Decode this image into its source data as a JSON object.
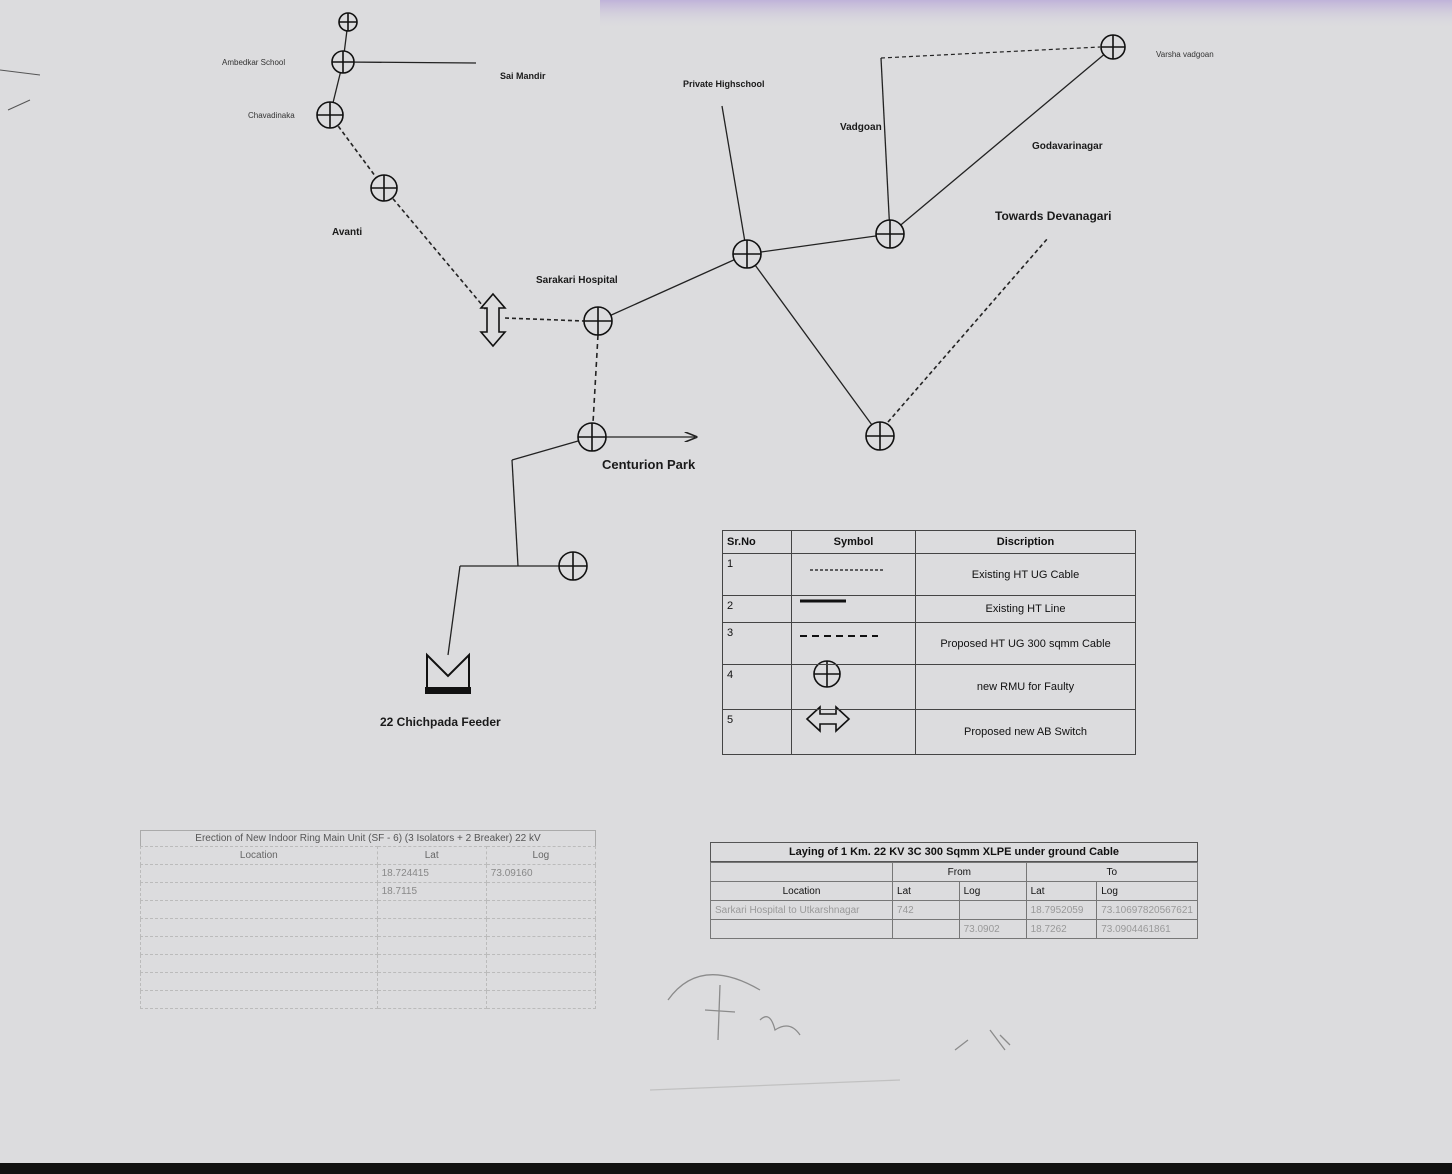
{
  "labels": {
    "ambedkar_school": "Ambedkar School",
    "sai_mandir": "Sai Mandir",
    "chavadinaka": "Chavadinaka",
    "avanti": "Avanti",
    "sarakari_hospital": "Sarakari Hospital",
    "private_highschool": "Private Highschool",
    "vadgoan": "Vadgoan",
    "varsha_vadgoan": "Varsha vadgoan",
    "godavarinagar": "Godavarinagar",
    "towards_devanagari": "Towards Devanagari",
    "centurion_park": "Centurion Park",
    "chichpada_feeder": "22 Chichpada Feeder"
  },
  "legend": {
    "headers": {
      "no": "Sr.No",
      "symbol": "Symbol",
      "description": "Discription"
    },
    "rows": [
      {
        "no": "1",
        "symbol": "dotted-line-icon",
        "description": "Existing HT UG Cable"
      },
      {
        "no": "2",
        "symbol": "solid-line-icon",
        "description": "Existing HT Line"
      },
      {
        "no": "3",
        "symbol": "dashed-line-icon",
        "description": "Proposed HT UG 300 sqmm Cable"
      },
      {
        "no": "4",
        "symbol": "rmu-circle-cross-icon",
        "description": "new RMU for Faulty"
      },
      {
        "no": "5",
        "symbol": "double-arrow-icon",
        "description": "Proposed new AB Switch"
      }
    ]
  },
  "rmu_table": {
    "title": "Erection of New Indoor Ring Main Unit (SF - 6) (3 Isolators + 2 Breaker) 22 kV",
    "headers": [
      "Location",
      "Lat",
      "Log"
    ],
    "rows": [
      [
        "",
        "18.724415",
        "73.09160"
      ],
      [
        "",
        "18.7115",
        ""
      ],
      [
        "",
        "",
        ""
      ],
      [
        "",
        "",
        ""
      ],
      [
        "",
        "",
        ""
      ],
      [
        "",
        "",
        ""
      ],
      [
        "",
        "",
        ""
      ],
      [
        "",
        "",
        ""
      ]
    ]
  },
  "cable_table": {
    "title": "Laying of 1 Km. 22 KV 3C 300 Sqmm XLPE under ground Cable",
    "group_from": "From",
    "group_to": "To",
    "headers": [
      "Location",
      "Lat",
      "Log",
      "Lat",
      "Log"
    ],
    "rows": [
      [
        "Sarkari Hospital to Utkarshnagar",
        "742",
        "",
        "18.7952059",
        "73.10697820567621"
      ],
      [
        "",
        "",
        "73.0902",
        "18.7262",
        "73.0904461861"
      ]
    ]
  }
}
